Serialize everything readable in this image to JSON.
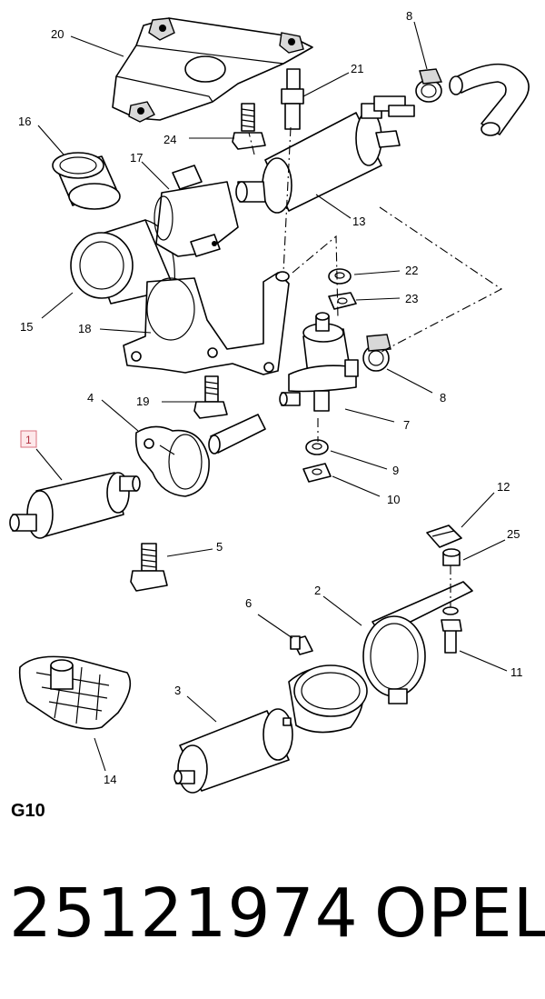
{
  "diagram": {
    "code": "G10",
    "part_number": "25121974",
    "brand": "OPEL",
    "highlighted_callout": "1",
    "highlight_color": "#d9707e",
    "callouts": {
      "c20": "20",
      "c8a": "8",
      "c21": "21",
      "c16": "16",
      "c24": "24",
      "c17": "17",
      "c13": "13",
      "c15": "15",
      "c22": "22",
      "c23": "23",
      "c18": "18",
      "c4": "4",
      "c19": "19",
      "c8b": "8",
      "c7": "7",
      "c1": "1",
      "c9": "9",
      "c10": "10",
      "c5": "5",
      "c12": "12",
      "c25": "25",
      "c2": "2",
      "c6": "6",
      "c11": "11",
      "c3": "3",
      "c14": "14"
    }
  }
}
